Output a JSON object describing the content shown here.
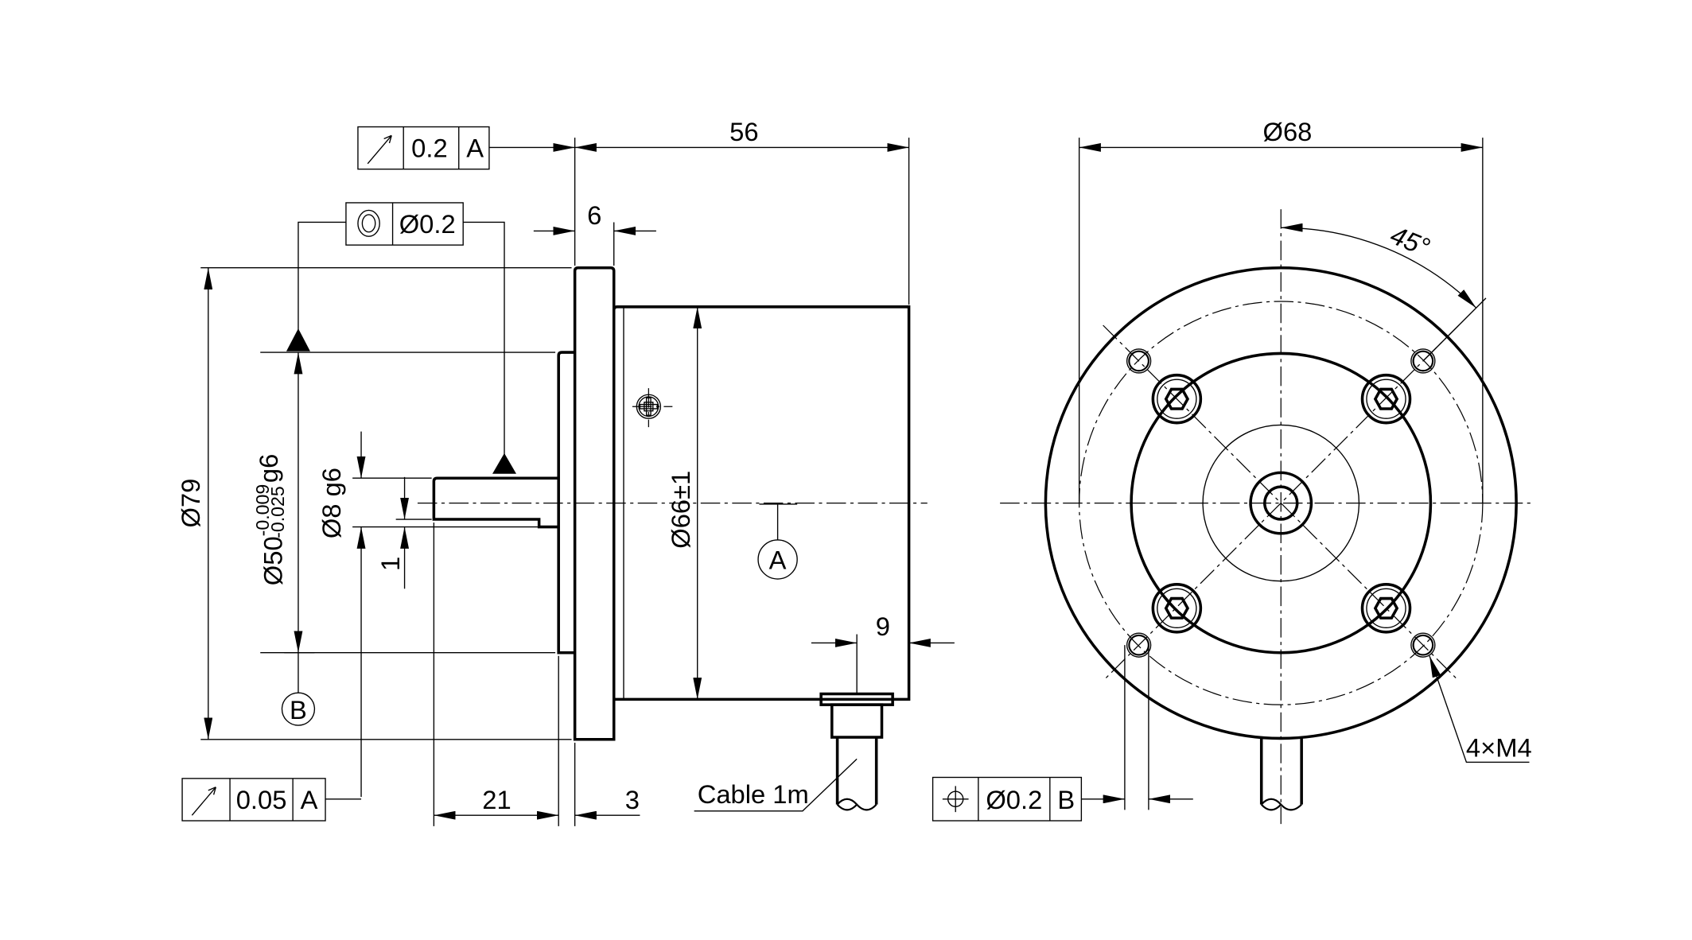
{
  "drawing": {
    "side_view": {
      "dim_length": "56",
      "dim_flange": "6",
      "dim_flange_dia": "Ø79",
      "dim_pilot_dia": "Ø50",
      "dim_pilot_tol_upper": "-0.009",
      "dim_pilot_tol_lower": "-0.025",
      "dim_pilot_fit": "g6",
      "dim_shaft_dia": "Ø8 g6",
      "dim_flat": "1",
      "dim_body_dia": "Ø66±1",
      "dim_cable_offset": "9",
      "dim_shaft_length": "21",
      "dim_pilot_length": "3",
      "cable_label": "Cable 1m",
      "datum_a": "A",
      "datum_b": "B",
      "fcf_runout_top": {
        "symbol": "circular-runout",
        "tolerance": "0.2",
        "datum": "A"
      },
      "fcf_concentricity": {
        "symbol": "concentricity",
        "tolerance": "Ø0.2"
      },
      "fcf_runout_bottom": {
        "symbol": "circular-runout",
        "tolerance": "0.05",
        "datum": "A"
      }
    },
    "front_view": {
      "dim_bolt_circle": "Ø68",
      "dim_angle": "45°",
      "hole_callout": "4×M4",
      "fcf_position": {
        "symbol": "position",
        "tolerance": "Ø0.2",
        "datum": "B"
      }
    }
  }
}
